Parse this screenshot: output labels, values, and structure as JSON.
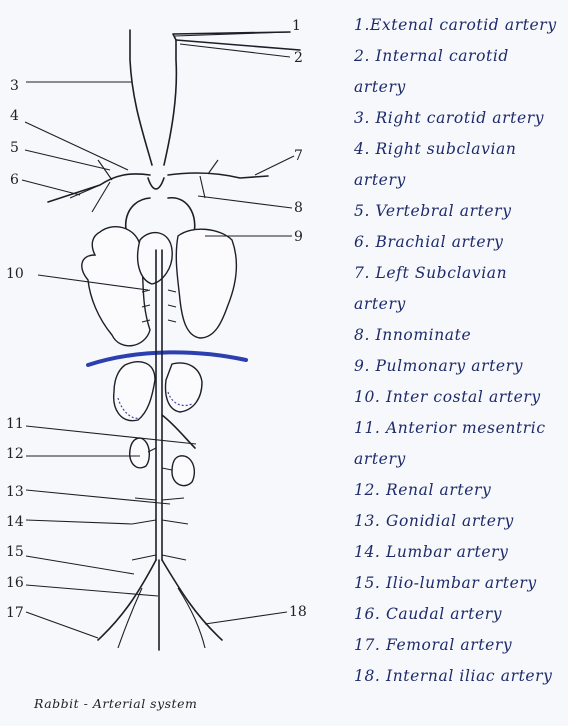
{
  "caption": "Rabbit - Arterial system",
  "numbers": [
    "1",
    "2",
    "3",
    "4",
    "5",
    "6",
    "7",
    "8",
    "9",
    "10",
    "11",
    "12",
    "13",
    "14",
    "15",
    "16",
    "17",
    "18"
  ],
  "legend": [
    "1.Extenal carotid artery",
    "2. Internal carotid",
    "artery",
    "3. Right carotid artery",
    "4. Right subclavian",
    "artery",
    "5. Vertebral artery",
    "6. Brachial artery",
    "7. Left Subclavian",
    "artery",
    "8. Innominate",
    "9. Pulmonary artery",
    "10. Inter costal artery",
    "11. Anterior mesentric",
    "artery",
    "12. Renal artery",
    "13. Gonidial artery",
    "14. Lumbar artery",
    "15. Ilio-lumbar artery",
    "16. Caudal artery",
    "17. Femoral artery",
    "18. Internal iliac artery"
  ],
  "colors": {
    "ink": "#1e1e28",
    "legend_ink": "#1d2a6b",
    "diaphragm": "#2b3fb0",
    "background": "#f7f8fb"
  }
}
